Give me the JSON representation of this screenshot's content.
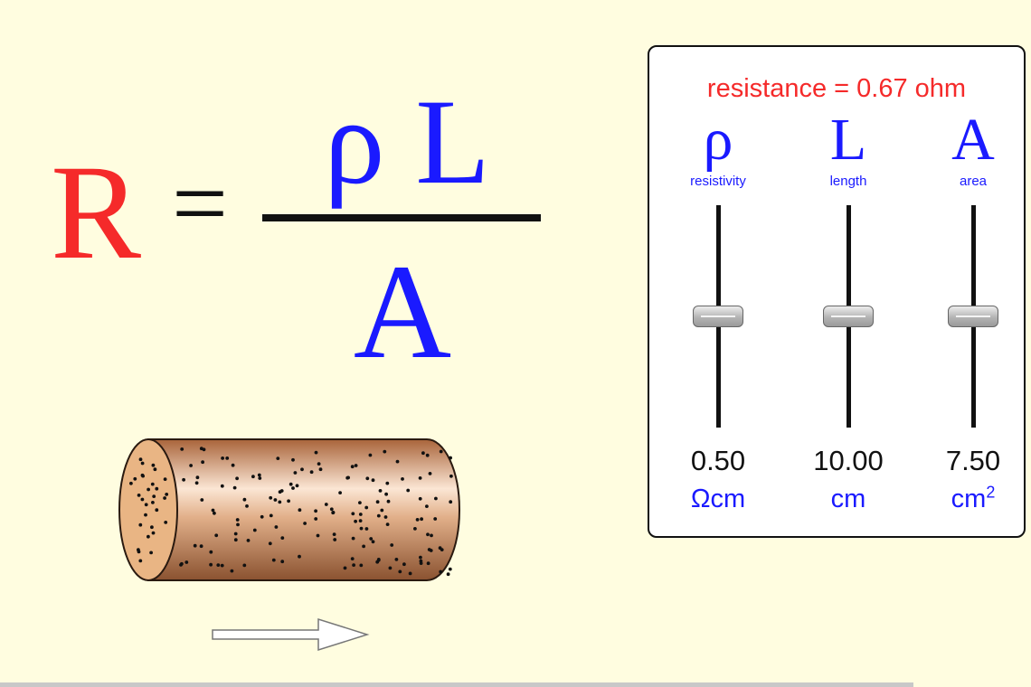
{
  "formula": {
    "lhs": "R",
    "equals": "=",
    "numerator": "ρ L",
    "denominator": "A",
    "colors": {
      "lhs": "#f52a2a",
      "variables": "#1a1aff",
      "operator": "#111111"
    }
  },
  "panel": {
    "resistance_text": "resistance = 0.67 ohm",
    "sliders": [
      {
        "symbol": "ρ",
        "label": "resistivity",
        "value": "0.50",
        "unit": "Ωcm",
        "unit_sup": "",
        "level": 0.5
      },
      {
        "symbol": "L",
        "label": "length",
        "value": "10.00",
        "unit": "cm",
        "unit_sup": "",
        "level": 0.5
      },
      {
        "symbol": "A",
        "label": "area",
        "value": "7.50",
        "unit": "cm",
        "unit_sup": "2",
        "level": 0.5
      }
    ]
  },
  "icons": {
    "wire": "copper-cylinder-icon",
    "arrow": "right-arrow-icon"
  }
}
